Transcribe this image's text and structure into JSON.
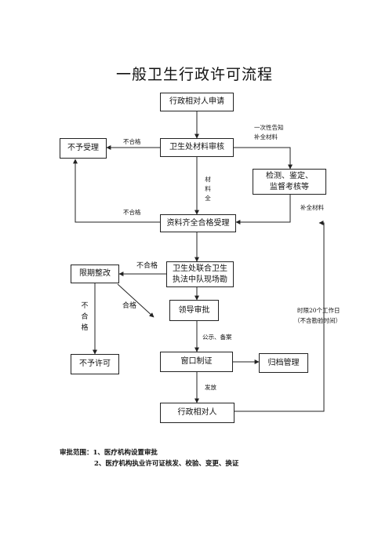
{
  "title": "一般卫生行政许可流程",
  "nodes": {
    "apply": "行政相对人申请",
    "review": "卫生处材料审核",
    "reject": "不予受理",
    "inspect": "检测、鉴定、监督考核等",
    "accept": "资料齐全合格受理",
    "rectify": "限期整改",
    "site": "卫生处联合卫生执法中队现场勘",
    "leader": "领导审批",
    "deny": "不予许可",
    "window": "窗口制证",
    "archive": "归档管理",
    "final": "行政相对人"
  },
  "labels": {
    "notify_line1": "一次性告知",
    "notify_line2": "补全材料",
    "unqualified_1": "不合格",
    "materials_complete": "材料全",
    "unqualified_2": "不合格",
    "supplement": "补全材料",
    "unqualified_3": "不合格",
    "unqualified_vertical": "不合格",
    "qualified": "合格",
    "time_limit_line1": "时限20个工作日",
    "time_limit_line2": "（不含勘验时间）",
    "publicize": "公示、备案",
    "issue": "发放"
  },
  "footer": {
    "line1": "审批范围：1、医疗机构设置审批",
    "line2": "2、医疗机构执业许可证核发、校验、变更、换证"
  }
}
